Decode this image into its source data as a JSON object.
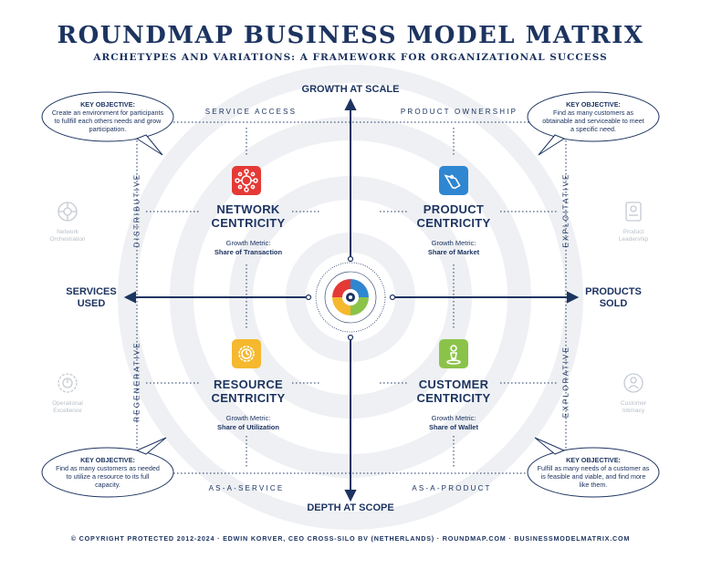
{
  "title": "ROUNDMAP BUSINESS MODEL MATRIX",
  "subtitle": "ARCHETYPES AND VARIATIONS: A FRAMEWORK FOR ORGANIZATIONAL SUCCESS",
  "axes": {
    "top": "GROWTH AT SCALE",
    "bottom": "DEPTH AT SCOPE",
    "left": "SERVICES\nUSED",
    "right": "PRODUCTS\nSOLD"
  },
  "edges": {
    "top_left": "SERVICE ACCESS",
    "top_right": "PRODUCT OWNERSHIP",
    "bottom_left": "AS-A-SERVICE",
    "bottom_right": "AS-A-PRODUCT",
    "left_top": "DISTRIBUTIVE",
    "left_bottom": "REGENERATIVE",
    "right_top": "EXPLOITATIVE",
    "right_bottom": "EXPLORATIVE"
  },
  "objectives": {
    "top_left": {
      "heading": "KEY OBJECTIVE:",
      "text": "Create an environment for participants to fullfill each others needs and grow participation."
    },
    "top_right": {
      "heading": "KEY OBJECTIVE:",
      "text": "Find as many customers as obtainable and serviceable to meet a specific need."
    },
    "bottom_left": {
      "heading": "KEY OBJECTIVE:",
      "text": "Find as many customers as needed to utilize a resource to its full capacity."
    },
    "bottom_right": {
      "heading": "KEY OBJECTIVE:",
      "text": "Fulfill as many needs of a customer as is feasible and viable, and find more like them."
    }
  },
  "quadrants": {
    "network": {
      "title": "NETWORK\nCENTRICITY",
      "metric_label": "Growth Metric:",
      "metric": "Share of Transaction",
      "color": "#e53935",
      "icon": "network-icon"
    },
    "product": {
      "title": "PRODUCT\nCENTRICITY",
      "metric_label": "Growth Metric:",
      "metric": "Share of Market",
      "color": "#2f86d1",
      "icon": "price-tag-icon"
    },
    "resource": {
      "title": "RESOURCE\nCENTRICITY",
      "metric_label": "Growth Metric:",
      "metric": "Share of Utilization",
      "color": "#f5b82e",
      "icon": "clock-gear-icon"
    },
    "customer": {
      "title": "CUSTOMER\nCENTRICITY",
      "metric_label": "Growth Metric:",
      "metric": "Share of Wallet",
      "color": "#8bc34a",
      "icon": "person-pin-icon"
    }
  },
  "ghosts": {
    "network": "Network\nOrchestration",
    "product": "Product\nLeadership",
    "resource": "Operational\nExcellence",
    "customer": "Customer\nIntimacy"
  },
  "footer": "© COPYRIGHT PROTECTED 2012-2024 · EDWIN KORVER, CEO CROSS-SILO BV (NETHERLANDS) · ROUNDMAP.COM · BUSINESSMODELMATRIX.COM"
}
